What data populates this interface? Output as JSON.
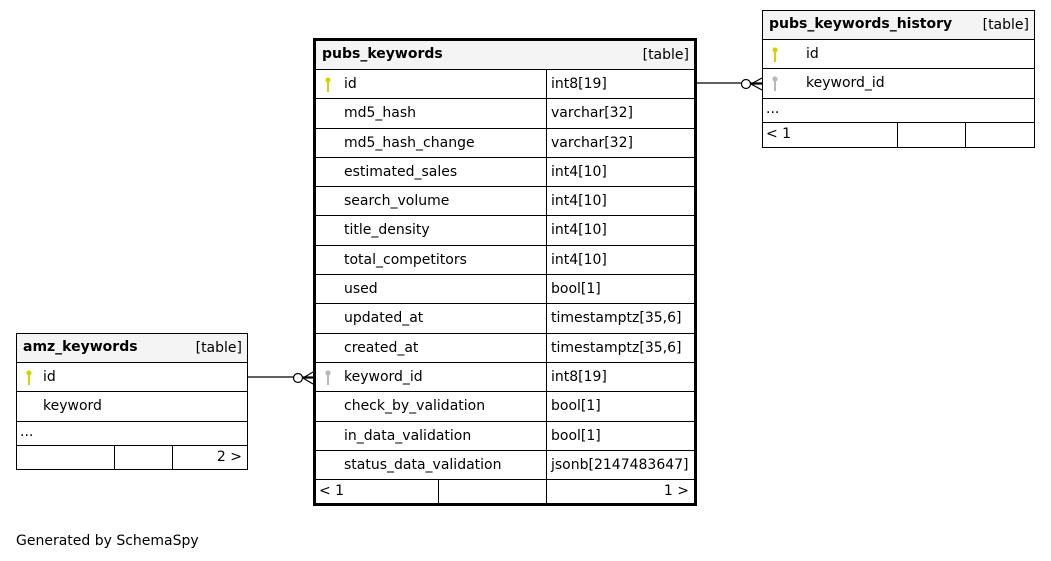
{
  "tables": {
    "pubs_keywords": {
      "name": "pubs_keywords",
      "kind": "[table]",
      "columns": [
        {
          "name": "id",
          "type": "int8[19]",
          "key": "primary"
        },
        {
          "name": "md5_hash",
          "type": "varchar[32]"
        },
        {
          "name": "md5_hash_change",
          "type": "varchar[32]"
        },
        {
          "name": "estimated_sales",
          "type": "int4[10]"
        },
        {
          "name": "search_volume",
          "type": "int4[10]"
        },
        {
          "name": "title_density",
          "type": "int4[10]"
        },
        {
          "name": "total_competitors",
          "type": "int4[10]"
        },
        {
          "name": "used",
          "type": "bool[1]"
        },
        {
          "name": "updated_at",
          "type": "timestamptz[35,6]"
        },
        {
          "name": "created_at",
          "type": "timestamptz[35,6]"
        },
        {
          "name": "keyword_id",
          "type": "int8[19]",
          "key": "foreign"
        },
        {
          "name": "check_by_validation",
          "type": "bool[1]"
        },
        {
          "name": "in_data_validation",
          "type": "bool[1]"
        },
        {
          "name": "status_data_validation",
          "type": "jsonb[2147483647]"
        }
      ],
      "footer_left": "< 1",
      "footer_right": "1 >"
    },
    "pubs_keywords_history": {
      "name": "pubs_keywords_history",
      "kind": "[table]",
      "columns": [
        {
          "name": "id",
          "key": "primary"
        },
        {
          "name": "keyword_id",
          "key": "foreign"
        }
      ],
      "ellipsis": "...",
      "footer_left": "< 1",
      "footer_right": ""
    },
    "amz_keywords": {
      "name": "amz_keywords",
      "kind": "[table]",
      "columns": [
        {
          "name": "id",
          "key": "primary"
        },
        {
          "name": "keyword"
        }
      ],
      "ellipsis": "...",
      "footer_left": "",
      "footer_right": "2 >"
    }
  },
  "colors": {
    "primary_key": "#d4d400",
    "foreign_key": "#b8b8b8",
    "header_bg": "#f4f4f4"
  },
  "footer_text": "Generated by SchemaSpy"
}
